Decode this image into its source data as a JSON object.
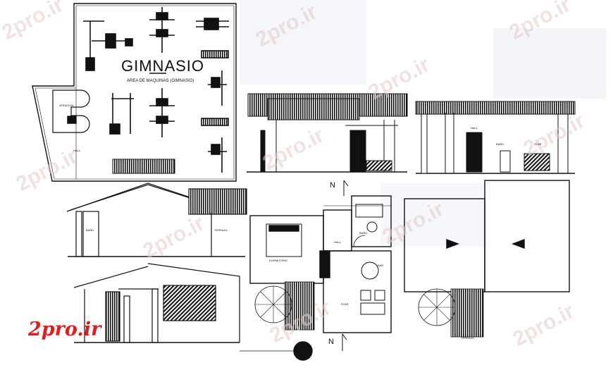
{
  "watermark": {
    "text": "2pro.ir"
  },
  "brand": {
    "text": "2pro.ir",
    "color": "#e21c1c"
  },
  "gym_plan": {
    "title": "GIMNASIO",
    "subtitle": "AREA DE MAQUINAS (GIMNASIO)",
    "reception_label": "ATENCION",
    "hall_label": "HALL"
  },
  "elevation_right": {
    "labels": [
      "HALL",
      "BAÑO",
      "STAR"
    ]
  },
  "house_elevation": {
    "labels": [
      "BAÑO",
      "TERRAZA"
    ]
  },
  "floor_plan": {
    "north_marks": [
      "N",
      "N"
    ],
    "labels": [
      "BAÑO",
      "HALL",
      "DORMITORIO",
      "BAR",
      "STAR"
    ]
  },
  "roof_plan": {
    "label": "TERRAZA"
  },
  "colors": {
    "line": "#111111",
    "wash": "#f2f2f2",
    "accent": "#e21c1c"
  }
}
